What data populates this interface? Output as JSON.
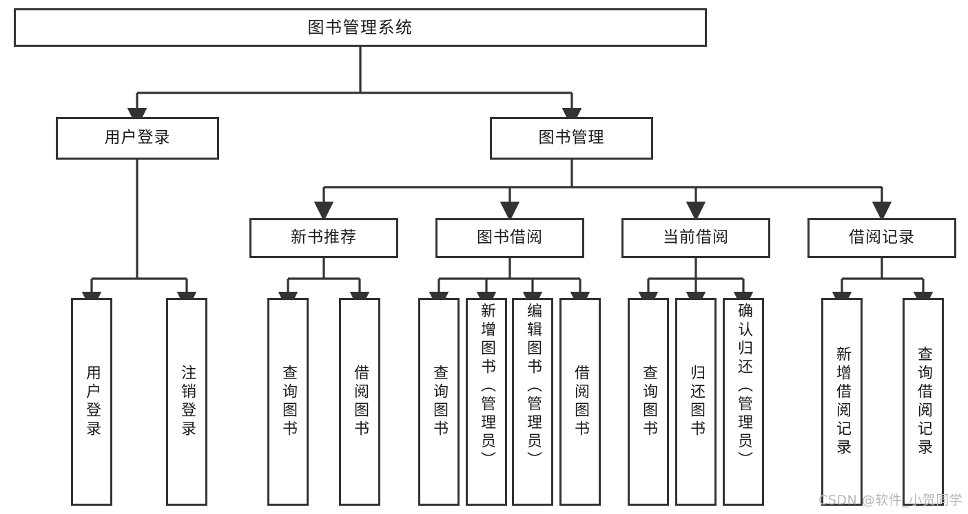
{
  "diagram": {
    "title": "图书管理系统",
    "watermark": "CSDN @软件_小贺同学",
    "colors": {
      "border": "#333333",
      "background": "#ffffff",
      "text": "#1a1a1a",
      "watermark": "#b8b8b8"
    },
    "levels": {
      "root": "图书管理系统",
      "level2": [
        "用户登录",
        "图书管理"
      ],
      "level3": [
        "新书推荐",
        "图书借阅",
        "当前借阅",
        "借阅记录"
      ]
    },
    "nodes": {
      "root": {
        "label": "图书管理系统"
      },
      "user_login": {
        "label": "用户登录"
      },
      "book_manage": {
        "label": "图书管理"
      },
      "new_book_rec": {
        "label": "新书推荐"
      },
      "book_borrow": {
        "label": "图书借阅"
      },
      "current_borrow": {
        "label": "当前借阅"
      },
      "borrow_record": {
        "label": "借阅记录"
      },
      "leaf_user_login": {
        "label": "用户登录"
      },
      "leaf_logout": {
        "label": "注销登录"
      },
      "leaf_query_book_1": {
        "label": "查询图书"
      },
      "leaf_borrow_book_1": {
        "label": "借阅图书"
      },
      "leaf_query_book_2": {
        "label": "查询图书"
      },
      "leaf_add_book": {
        "label": "新增图书（管理员）"
      },
      "leaf_edit_book": {
        "label": "编辑图书（管理员）"
      },
      "leaf_borrow_book_2": {
        "label": "借阅图书"
      },
      "leaf_query_book_3": {
        "label": "查询图书"
      },
      "leaf_return_book": {
        "label": "归还图书"
      },
      "leaf_confirm_return": {
        "label": "确认归还（管理员）"
      },
      "leaf_add_record": {
        "label": "新增借阅记录"
      },
      "leaf_query_record": {
        "label": "查询借阅记录"
      }
    }
  }
}
